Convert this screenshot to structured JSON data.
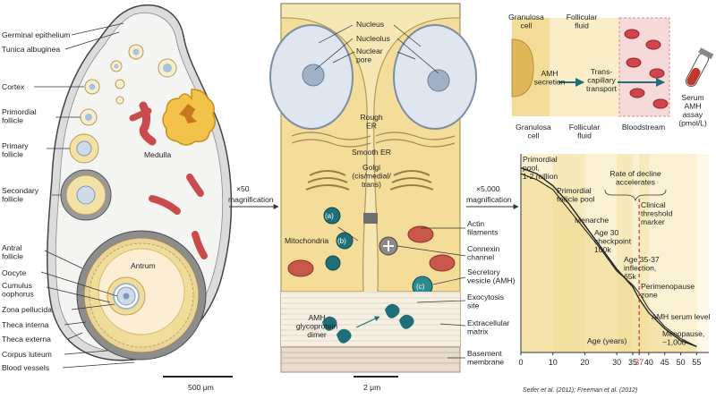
{
  "ovary": {
    "labels": [
      "Germinal epithelium",
      "Tunica albuginea",
      "Cortex",
      "Primordial\nfollicle",
      "Primary\nfollicle",
      "Secondary\nfollicle",
      "Antral\nfollicle",
      "Oocyte",
      "Cumulus\noophorus",
      "Zona pellucida",
      "Theca interna",
      "Theca externa",
      "Corpus luteum",
      "Blood vessels"
    ],
    "medulla": "Medulla",
    "antrum": "Antrum",
    "scale_bar": "500 μm"
  },
  "arrow1": {
    "mag": "×50",
    "text": "magnification"
  },
  "cell": {
    "top_labels": [
      "Nucleus",
      "Nucleolus",
      "Nuclear\npore"
    ],
    "center_labels": [
      "Rough\nER",
      "Smooth ER",
      "Golgi\n(cis/medial/\ntrans)"
    ],
    "mitochondria": "Mitochondria",
    "markers": [
      "(a)",
      "(b)",
      "(c)"
    ],
    "right_labels": [
      "Actin\nfilaments",
      "Connexin\nchannel",
      "Secretory\nvesicle (AMH)",
      "Exocytosis\nsite",
      "Extracellular\nmatrix",
      "Basement\nmembrane"
    ],
    "amh_dimer": "AMH\nglycoprotein\ndimer",
    "scale_bar": "2 μm"
  },
  "arrow2": {
    "mag": "×5,000",
    "text": "magnification"
  },
  "transport": {
    "top_labels": [
      "Granulosa\ncell",
      "Follicular\nfluid"
    ],
    "bottom_labels": [
      "Granulosa\ncell",
      "Follicular\nfluid",
      "Bloodstream"
    ],
    "step1": "AMH\nsecretion",
    "step2": "Trans-\ncapillary\ntransport",
    "assay": "Serum\nAMH\nassay\n(pmol/L)"
  },
  "chart": {
    "x_label": "Age (years)",
    "annotations": {
      "primordial_pool": "Primordial\npool,\n1-2 million",
      "decline": "Rate of decline\naccelerates",
      "follicle_pool": "Primordial\nfollicle pool",
      "menarche": "Menarche",
      "threshold": "Clinical\nthreshold\nmarker",
      "age30": "Age 30\ncheckpoint\n100k",
      "age3537": "Age 35-37\ninflection,\n65k",
      "perimeno": "Perimenopause\nzone",
      "amh_level": "AMH serum level",
      "menopause": "Menopause,\n~1,000"
    },
    "citation": "Seifer et al. (2011); Freeman et al. (2012)",
    "colors": {
      "threshold": "#c0392b",
      "curve": "#222222",
      "band_light": "#f8efcb",
      "band_dark": "#eed98a"
    }
  },
  "chart_data": {
    "type": "line",
    "x": [
      0,
      5,
      10,
      15,
      20,
      25,
      30,
      35,
      37,
      40,
      45,
      50,
      55
    ],
    "x_ticks": [
      "0",
      "10",
      "20",
      "30",
      "35",
      "37",
      "40",
      "45",
      "50",
      "55"
    ],
    "x_tick_values": [
      0,
      10,
      20,
      30,
      35,
      37,
      40,
      45,
      50,
      55
    ],
    "xlim": [
      0,
      56
    ],
    "ylim": [
      0,
      1
    ],
    "xlabel": "Age (years)",
    "ylabel": "",
    "threshold_x": 37,
    "series": [
      {
        "values": [
          0.93,
          0.9,
          0.84,
          0.75,
          0.64,
          0.53,
          0.42,
          0.33,
          0.27,
          0.2,
          0.12,
          0.06,
          0.03
        ]
      },
      {
        "values": [
          0.9,
          0.87,
          0.82,
          0.72,
          0.62,
          0.52,
          0.41,
          0.34,
          0.3,
          0.22,
          0.13,
          0.07,
          0.03
        ]
      }
    ]
  }
}
